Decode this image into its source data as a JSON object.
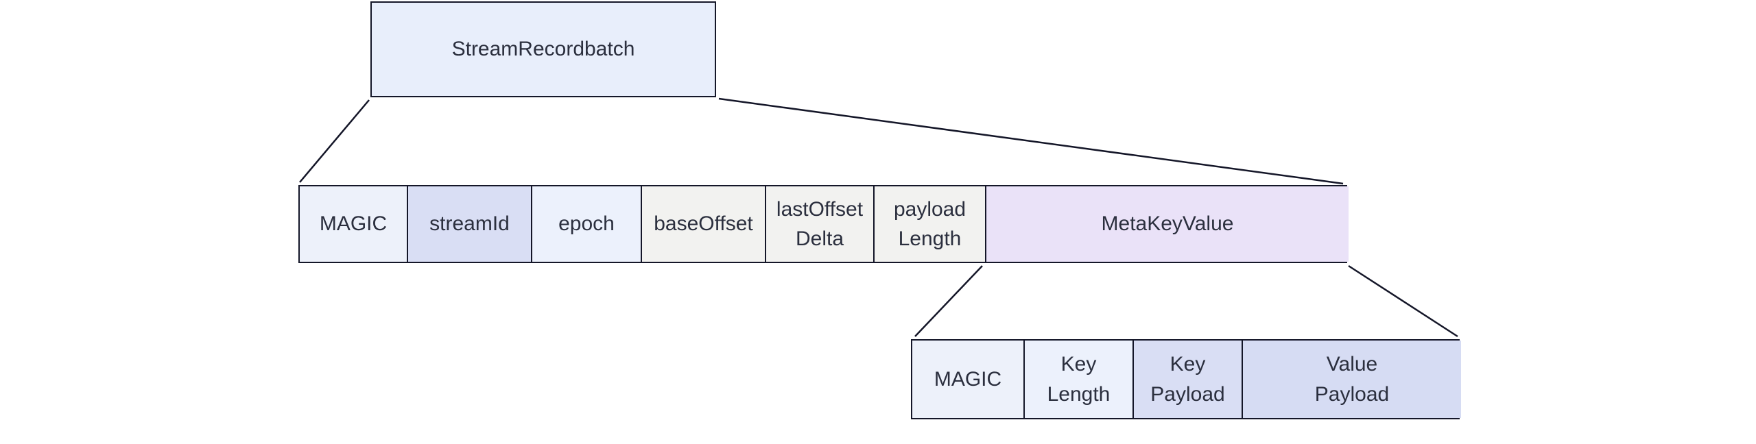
{
  "diagram": {
    "kind": "packet-structure-diagram",
    "colors": {
      "background": "#ffffff",
      "border": "#141628",
      "text": "#2b2f3e",
      "light_blue": "#edf1fa",
      "pale_blue": "#e8eefb",
      "lavender": "#d9def4",
      "light_gray": "#f2f2f0",
      "light_purple": "#eae2f8"
    },
    "root_block": {
      "label": "StreamRecordbatch",
      "fill": "#e8eefb"
    },
    "record_row": {
      "cells": [
        {
          "label": "MAGIC",
          "fill": "#edf1fa"
        },
        {
          "label": "streamId",
          "fill": "#d9def4"
        },
        {
          "label": "epoch",
          "fill": "#ecf1fc"
        },
        {
          "label": "baseOffset",
          "fill": "#f2f2f0"
        },
        {
          "label": "lastOffset\nDelta",
          "fill": "#f2f2f0"
        },
        {
          "label": "payload\nLength",
          "fill": "#f2f2f0"
        },
        {
          "label": "MetaKeyValue",
          "fill": "#eae2f8"
        }
      ]
    },
    "meta_row": {
      "cells": [
        {
          "label": "MAGIC",
          "fill": "#edf1fa"
        },
        {
          "label": "Key\nLength",
          "fill": "#ecf1fc"
        },
        {
          "label": "Key\nPayload",
          "fill": "#d9def4"
        },
        {
          "label": "Value\nPayload",
          "fill": "#d6dcf3"
        }
      ]
    }
  }
}
